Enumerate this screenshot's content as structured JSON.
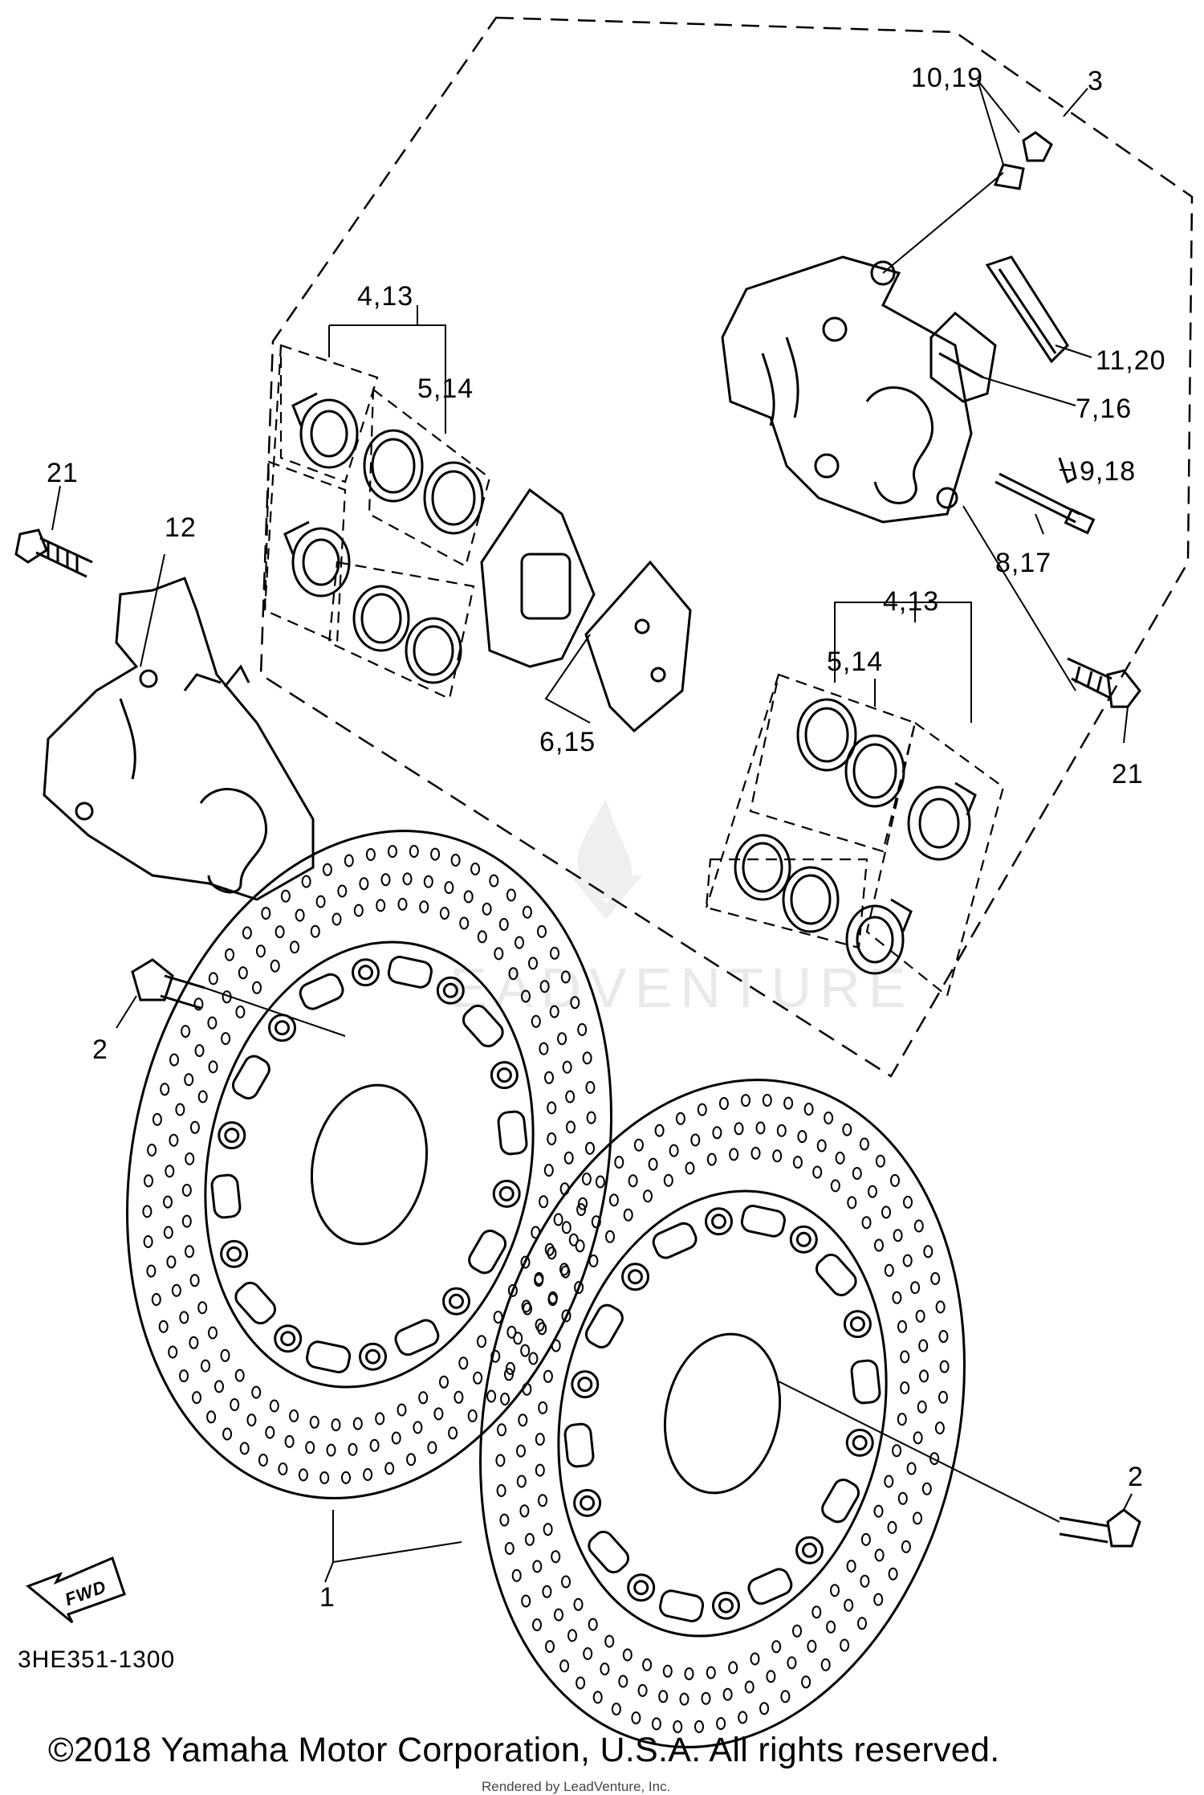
{
  "diagram": {
    "watermark_text": "EADVENTURE",
    "part_code": "3HE351-1300",
    "copyright": "©2018 Yamaha Motor Corporation, U.S.A. All rights reserved.",
    "rendered_by": "Rendered by LeadVenture, Inc.",
    "fwd_label": "FWD",
    "callouts": {
      "c10_19": "10,19",
      "c3": "3",
      "c4_13_top": "4,13",
      "c5_14_top": "5,14",
      "c11_20": "11,20",
      "c7_16": "7,16",
      "c9_18": "9,18",
      "c8_17": "8,17",
      "c21_left": "21",
      "c12": "12",
      "c4_13_right": "4,13",
      "c5_14_right": "5,14",
      "c6_15": "6,15",
      "c21_right": "21",
      "c2_left": "2",
      "c2_right": "2",
      "c1": "1"
    }
  }
}
